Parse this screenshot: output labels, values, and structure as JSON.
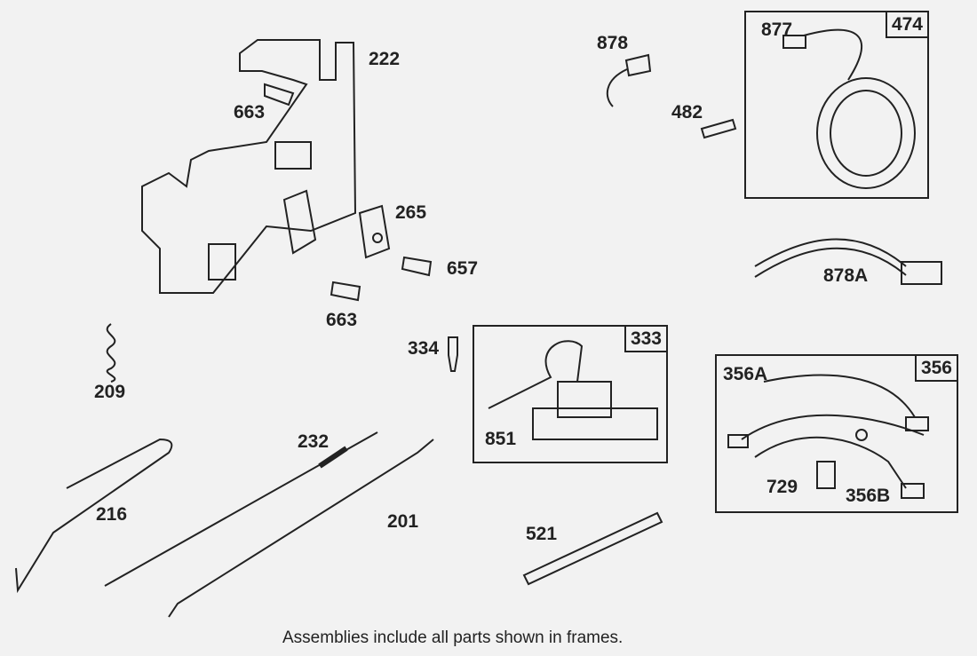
{
  "parts": {
    "p222": "222",
    "p663a": "663",
    "p878": "878",
    "p877": "877",
    "p482": "482",
    "p265": "265",
    "p657": "657",
    "p663b": "663",
    "p878A": "878A",
    "p334": "334",
    "p851": "851",
    "p356A": "356A",
    "p729": "729",
    "p356B": "356B",
    "p209": "209",
    "p232": "232",
    "p216": "216",
    "p201": "201",
    "p521": "521"
  },
  "frames": {
    "f474": "474",
    "f333": "333",
    "f356": "356"
  },
  "caption": "Assemblies include all parts shown in frames."
}
